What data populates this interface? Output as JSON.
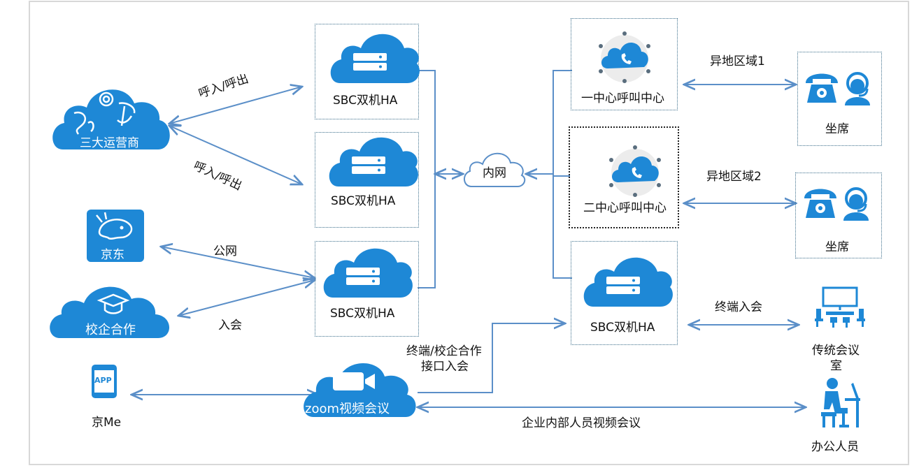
{
  "carrier_cloud": {
    "label": "三大运营商"
  },
  "jd_icon": {
    "label": "京东"
  },
  "school_cloud": {
    "label": "校企合作"
  },
  "app_icon": {
    "badge": "APP",
    "label": "京Me"
  },
  "sbc": [
    {
      "label": "SBC双机HA"
    },
    {
      "label": "SBC双机HA"
    },
    {
      "label": "SBC双机HA"
    },
    {
      "label": "SBC双机HA"
    }
  ],
  "intranet": {
    "label": "内网"
  },
  "zoom": {
    "label": "zoom视频会议"
  },
  "call_centers": [
    {
      "label": "一中心呼叫中心"
    },
    {
      "label": "二中心呼叫中心"
    }
  ],
  "agents": [
    {
      "label": "坐席"
    },
    {
      "label": "坐席"
    }
  ],
  "edges": {
    "call_in_out_1": "呼入/呼出",
    "call_in_out_2": "呼入/呼出",
    "public_net": "公网",
    "join_meeting": "入会",
    "remote_region_1": "异地区域1",
    "remote_region_2": "异地区域2",
    "terminal_join": "终端入会",
    "terminal_school_line1": "终端/校企合作",
    "terminal_school_line2": "接口入会",
    "internal_video": "企业内部人员视频会议"
  },
  "meeting_room": {
    "label_line1": "传统会议",
    "label_line2": "室"
  },
  "office_staff": {
    "label": "办公人员"
  },
  "colors": {
    "cloud_blue": "#1e88d6",
    "line_blue": "#5b8fc8",
    "box_border": "#3d6f8c"
  }
}
